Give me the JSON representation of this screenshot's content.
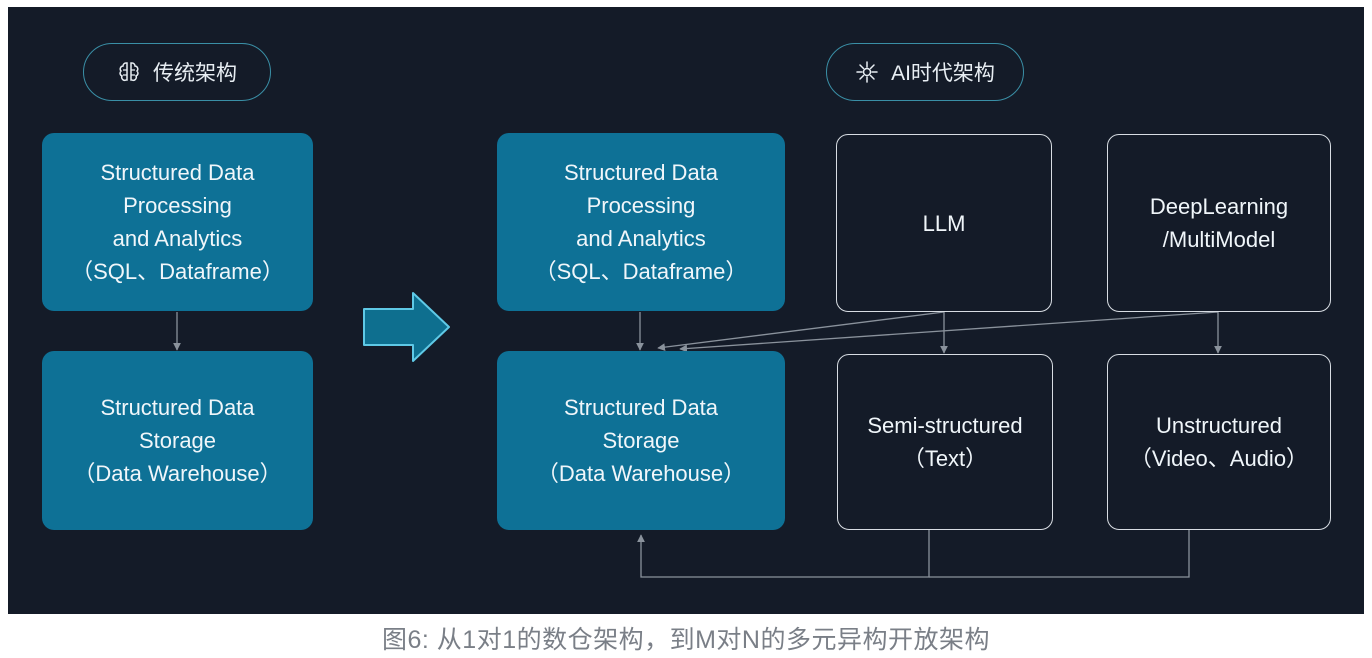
{
  "left_section": {
    "header": "传统架构",
    "header_icon": "brain-icon",
    "processing_box": [
      "Structured Data",
      "Processing",
      "and Analytics",
      "（SQL、Dataframe）"
    ],
    "storage_box": [
      "Structured Data",
      "Storage",
      "（Data Warehouse）"
    ]
  },
  "right_section": {
    "header": "AI时代架构",
    "header_icon": "sparkle-icon",
    "processing_box": [
      "Structured Data",
      "Processing",
      "and Analytics",
      "（SQL、Dataframe）"
    ],
    "storage_box": [
      "Structured Data",
      "Storage",
      "（Data Warehouse）"
    ],
    "llm_box": [
      "LLM"
    ],
    "deeplearning_box": [
      "DeepLearning",
      "/MultiModel"
    ],
    "semi_box": [
      "Semi-structured",
      "（Text）"
    ],
    "unstructured_box": [
      "Unstructured",
      "（Video、Audio）"
    ]
  },
  "transition_icon": "arrow-right-icon",
  "caption": "图6: 从1对1的数仓架构，到M对N的多元异构开放架构",
  "colors": {
    "background": "#141b28",
    "filled_box": "#0e7196",
    "pill_border": "#3a8fa6",
    "connector": "#8a929c"
  }
}
